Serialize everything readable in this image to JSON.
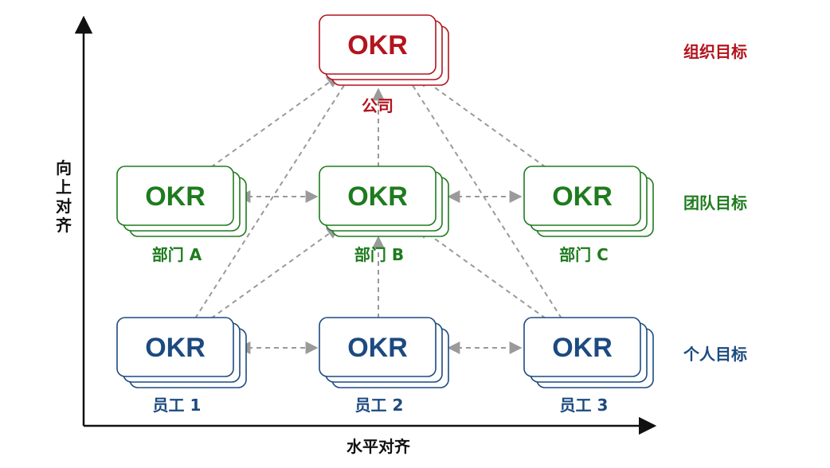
{
  "colors": {
    "company": "#b3141e",
    "team": "#1e7b1e",
    "individual": "#1c4a80",
    "arrow": "#9a9a9a",
    "axis": "#111111"
  },
  "company": {
    "card_text": "OKR",
    "label": "公司"
  },
  "teams": [
    {
      "card_text": "OKR",
      "label": "部门 A"
    },
    {
      "card_text": "OKR",
      "label": "部门 B"
    },
    {
      "card_text": "OKR",
      "label": "部门 C"
    }
  ],
  "employees": [
    {
      "card_text": "OKR",
      "label": "员工 1"
    },
    {
      "card_text": "OKR",
      "label": "员工 2"
    },
    {
      "card_text": "OKR",
      "label": "员工 3"
    }
  ],
  "levels": {
    "org": "组织目标",
    "team": "团队目标",
    "individual": "个人目标"
  },
  "axes": {
    "vertical": [
      "向",
      "上",
      "对",
      "齐"
    ],
    "horizontal": "水平对齐"
  }
}
